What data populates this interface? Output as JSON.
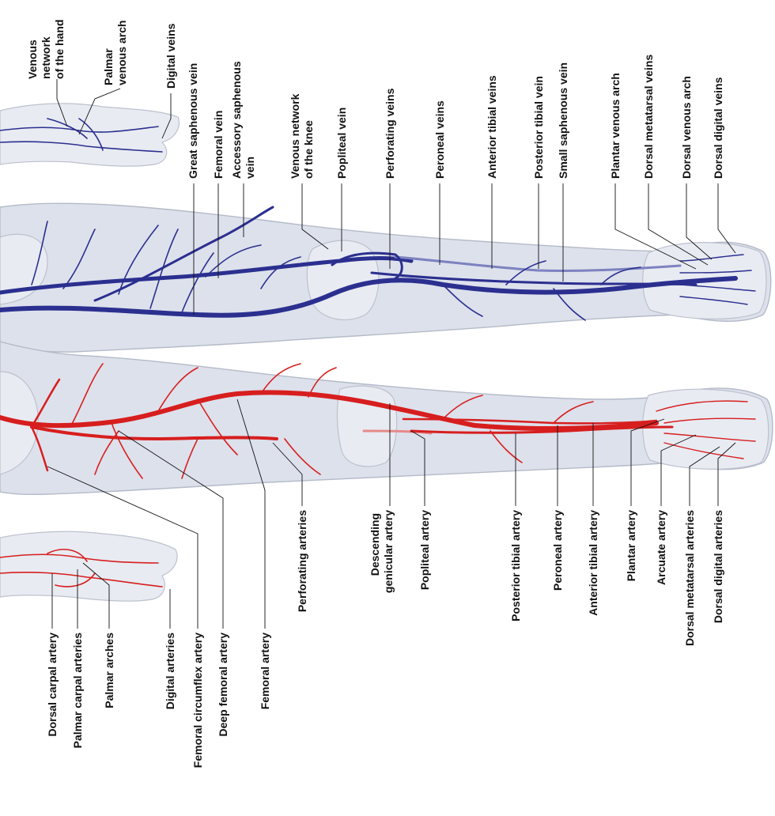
{
  "vein_labels": [
    {
      "id": "venous-network-hand",
      "lines": [
        "Venous",
        "network",
        "of the hand"
      ]
    },
    {
      "id": "palmar-venous-arch",
      "lines": [
        "Palmar",
        "venous arch"
      ]
    },
    {
      "id": "digital-veins",
      "lines": [
        "Digital veins"
      ]
    },
    {
      "id": "great-saphenous-vein",
      "lines": [
        "Great saphenous vein"
      ]
    },
    {
      "id": "femoral-vein",
      "lines": [
        "Femoral vein"
      ]
    },
    {
      "id": "accessory-saphenous-vein",
      "lines": [
        "Accessory saphenous",
        "vein"
      ]
    },
    {
      "id": "venous-network-knee",
      "lines": [
        "Venous network",
        "of the knee"
      ]
    },
    {
      "id": "popliteal-vein",
      "lines": [
        "Popliteal vein"
      ]
    },
    {
      "id": "perforating-veins",
      "lines": [
        "Perforating veins"
      ]
    },
    {
      "id": "peroneal-veins",
      "lines": [
        "Peroneal veins"
      ]
    },
    {
      "id": "anterior-tibial-veins",
      "lines": [
        "Anterior tibial veins"
      ]
    },
    {
      "id": "posterior-tibial-vein",
      "lines": [
        "Posterior tibial vein"
      ]
    },
    {
      "id": "small-saphenous-vein",
      "lines": [
        "Small saphenous vein"
      ]
    },
    {
      "id": "plantar-venous-arch",
      "lines": [
        "Plantar venous arch"
      ]
    },
    {
      "id": "dorsal-metatarsal-veins",
      "lines": [
        "Dorsal metatarsal veins"
      ]
    },
    {
      "id": "dorsal-venous-arch",
      "lines": [
        "Dorsal venous arch"
      ]
    },
    {
      "id": "dorsal-digital-veins",
      "lines": [
        "Dorsal digital veins"
      ]
    }
  ],
  "artery_labels": [
    {
      "id": "dorsal-carpal-artery",
      "lines": [
        "Dorsal carpal artery"
      ]
    },
    {
      "id": "palmar-carpal-arteries",
      "lines": [
        "Palmar carpal arteries"
      ]
    },
    {
      "id": "palmar-arches",
      "lines": [
        "Palmar arches"
      ]
    },
    {
      "id": "digital-arteries",
      "lines": [
        "Digital arteries"
      ]
    },
    {
      "id": "femoral-circumflex-artery",
      "lines": [
        "Femoral circumflex artery"
      ]
    },
    {
      "id": "deep-femoral-artery",
      "lines": [
        "Deep femoral artery"
      ]
    },
    {
      "id": "femoral-artery",
      "lines": [
        "Femoral artery"
      ]
    },
    {
      "id": "perforating-arteries",
      "lines": [
        "Perforating arteries"
      ]
    },
    {
      "id": "descending-genicular-artery",
      "lines": [
        "Descending",
        "genicular artery"
      ]
    },
    {
      "id": "popliteal-artery",
      "lines": [
        "Popliteal artery"
      ]
    },
    {
      "id": "posterior-tibial-artery",
      "lines": [
        "Posterior tibial artery"
      ]
    },
    {
      "id": "peroneal-artery",
      "lines": [
        "Peroneal artery"
      ]
    },
    {
      "id": "anterior-tibial-artery",
      "lines": [
        "Anterior tibial artery"
      ]
    },
    {
      "id": "plantar-artery",
      "lines": [
        "Plantar artery"
      ]
    },
    {
      "id": "arcuate-artery",
      "lines": [
        "Arcuate artery"
      ]
    },
    {
      "id": "dorsal-metatarsal-arteries",
      "lines": [
        "Dorsal metatarsal arteries"
      ]
    },
    {
      "id": "dorsal-digital-arteries",
      "lines": [
        "Dorsal digital arteries"
      ]
    }
  ],
  "colors": {
    "vein": "#2b2f8f",
    "artery": "#d71e1e",
    "skin": "#dde1ec",
    "label_text": "#111111"
  }
}
